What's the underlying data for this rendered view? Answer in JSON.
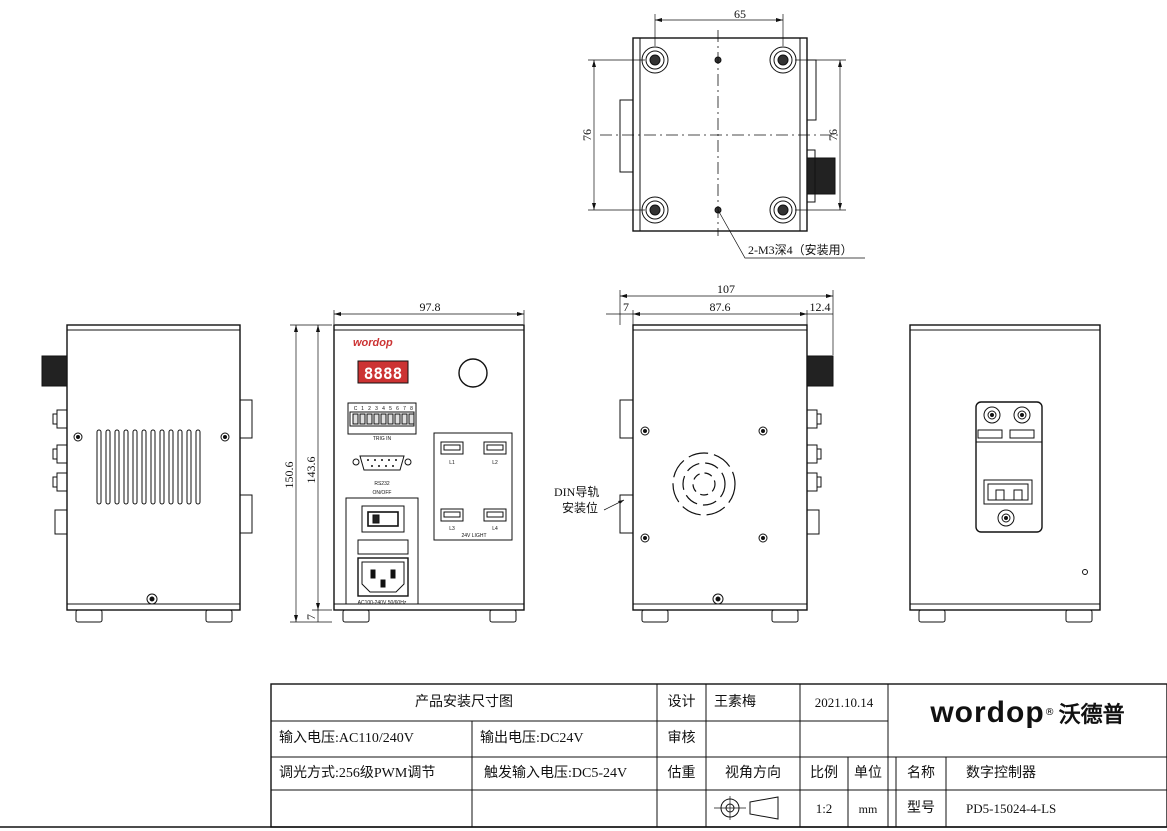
{
  "top_view": {
    "dim_width": "65",
    "dim_height_left": "76",
    "dim_height_right": "76",
    "callout": "2-M3深4（安装用）"
  },
  "front_view": {
    "dim_width": "97.8",
    "dim_height_outer": "150.6",
    "dim_height_inner": "143.6",
    "dim_foot": "7",
    "logo": "wordop",
    "display_digits": "8888",
    "trig_pins": [
      "C",
      "1",
      "2",
      "3",
      "4",
      "5",
      "6",
      "7",
      "8"
    ],
    "trig_label": "TRIG IN",
    "rs232_label": "RS232",
    "onoff_label": "ON/OFF",
    "power_label": "AC100-240V 50/60Hz",
    "out_labels": [
      "L1",
      "L2",
      "L3",
      "L4"
    ],
    "light_label": "24V LIGHT"
  },
  "side_view": {
    "dim_total": "107",
    "dim_left": "7",
    "dim_body": "87.6",
    "dim_right": "12.4",
    "din_label_1": "DIN导轨",
    "din_label_2": "安装位"
  },
  "title_block": {
    "drawing_title": "产品安装尺寸图",
    "design_label": "设计",
    "designer": "王素梅",
    "date": "2021.10.14",
    "review_label": "审核",
    "weight_label": "估重",
    "view_dir_label": "视角方向",
    "scale_label": "比例",
    "unit_label": "单位",
    "name_label": "名称",
    "product_name": "数字控制器",
    "scale": "1:2",
    "unit": "mm",
    "model_label": "型号",
    "model": "PD5-15024-4-LS",
    "input_voltage": "输入电压:AC110/240V",
    "output_voltage": "输出电压:DC24V",
    "dimming": "调光方式:256级PWM调节",
    "trigger_voltage": "触发输入电压:DC5-24V",
    "logo_en": "wordop",
    "logo_cn": "沃德普",
    "logo_reg": "®"
  }
}
